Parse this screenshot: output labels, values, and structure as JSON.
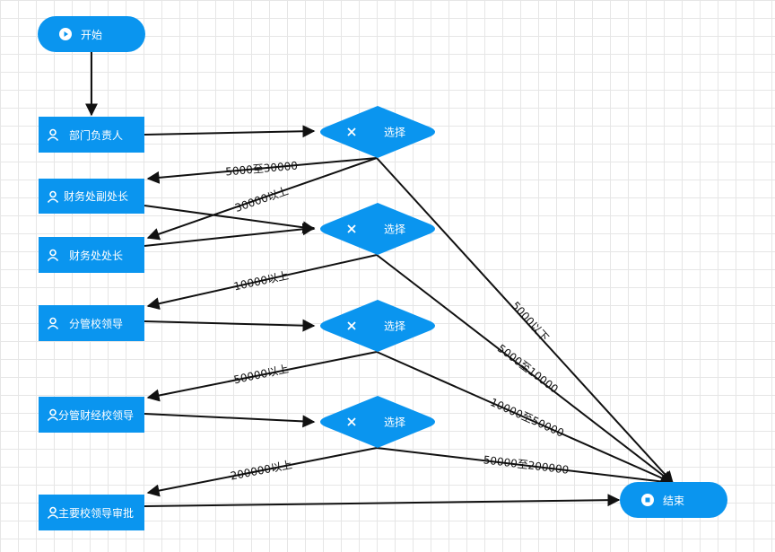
{
  "nodes": {
    "start": "开始",
    "end": "结束",
    "dept_head": "部门负责人",
    "finance_deputy": "财务处副处长",
    "finance_head": "财务处处长",
    "branch_leader": "分管校领导",
    "finance_leader": "分管财经校领导",
    "main_leader": "主要校领导审批",
    "gateway1": "选择",
    "gateway2": "选择",
    "gateway3": "选择",
    "gateway4": "选择"
  },
  "edge_labels": {
    "g1_to_deputy": "5000至30000",
    "g1_to_head": "30000以上",
    "g2_to_leader": "10000以上",
    "g3_to_finance_leader": "50000以上",
    "g4_to_main": "200000以上",
    "g1_to_end": "5000以下",
    "g2_to_end": "5000至10000",
    "g3_to_end": "10000至50000",
    "g4_to_end": "50000至200000"
  },
  "colors": {
    "node": "#0a95ef",
    "edge": "#111111",
    "grid": "#e6e6e6"
  },
  "icons": {
    "start": "play-icon",
    "end": "stop-icon",
    "task": "user-icon",
    "gateway": "exclusive-gateway-icon"
  }
}
